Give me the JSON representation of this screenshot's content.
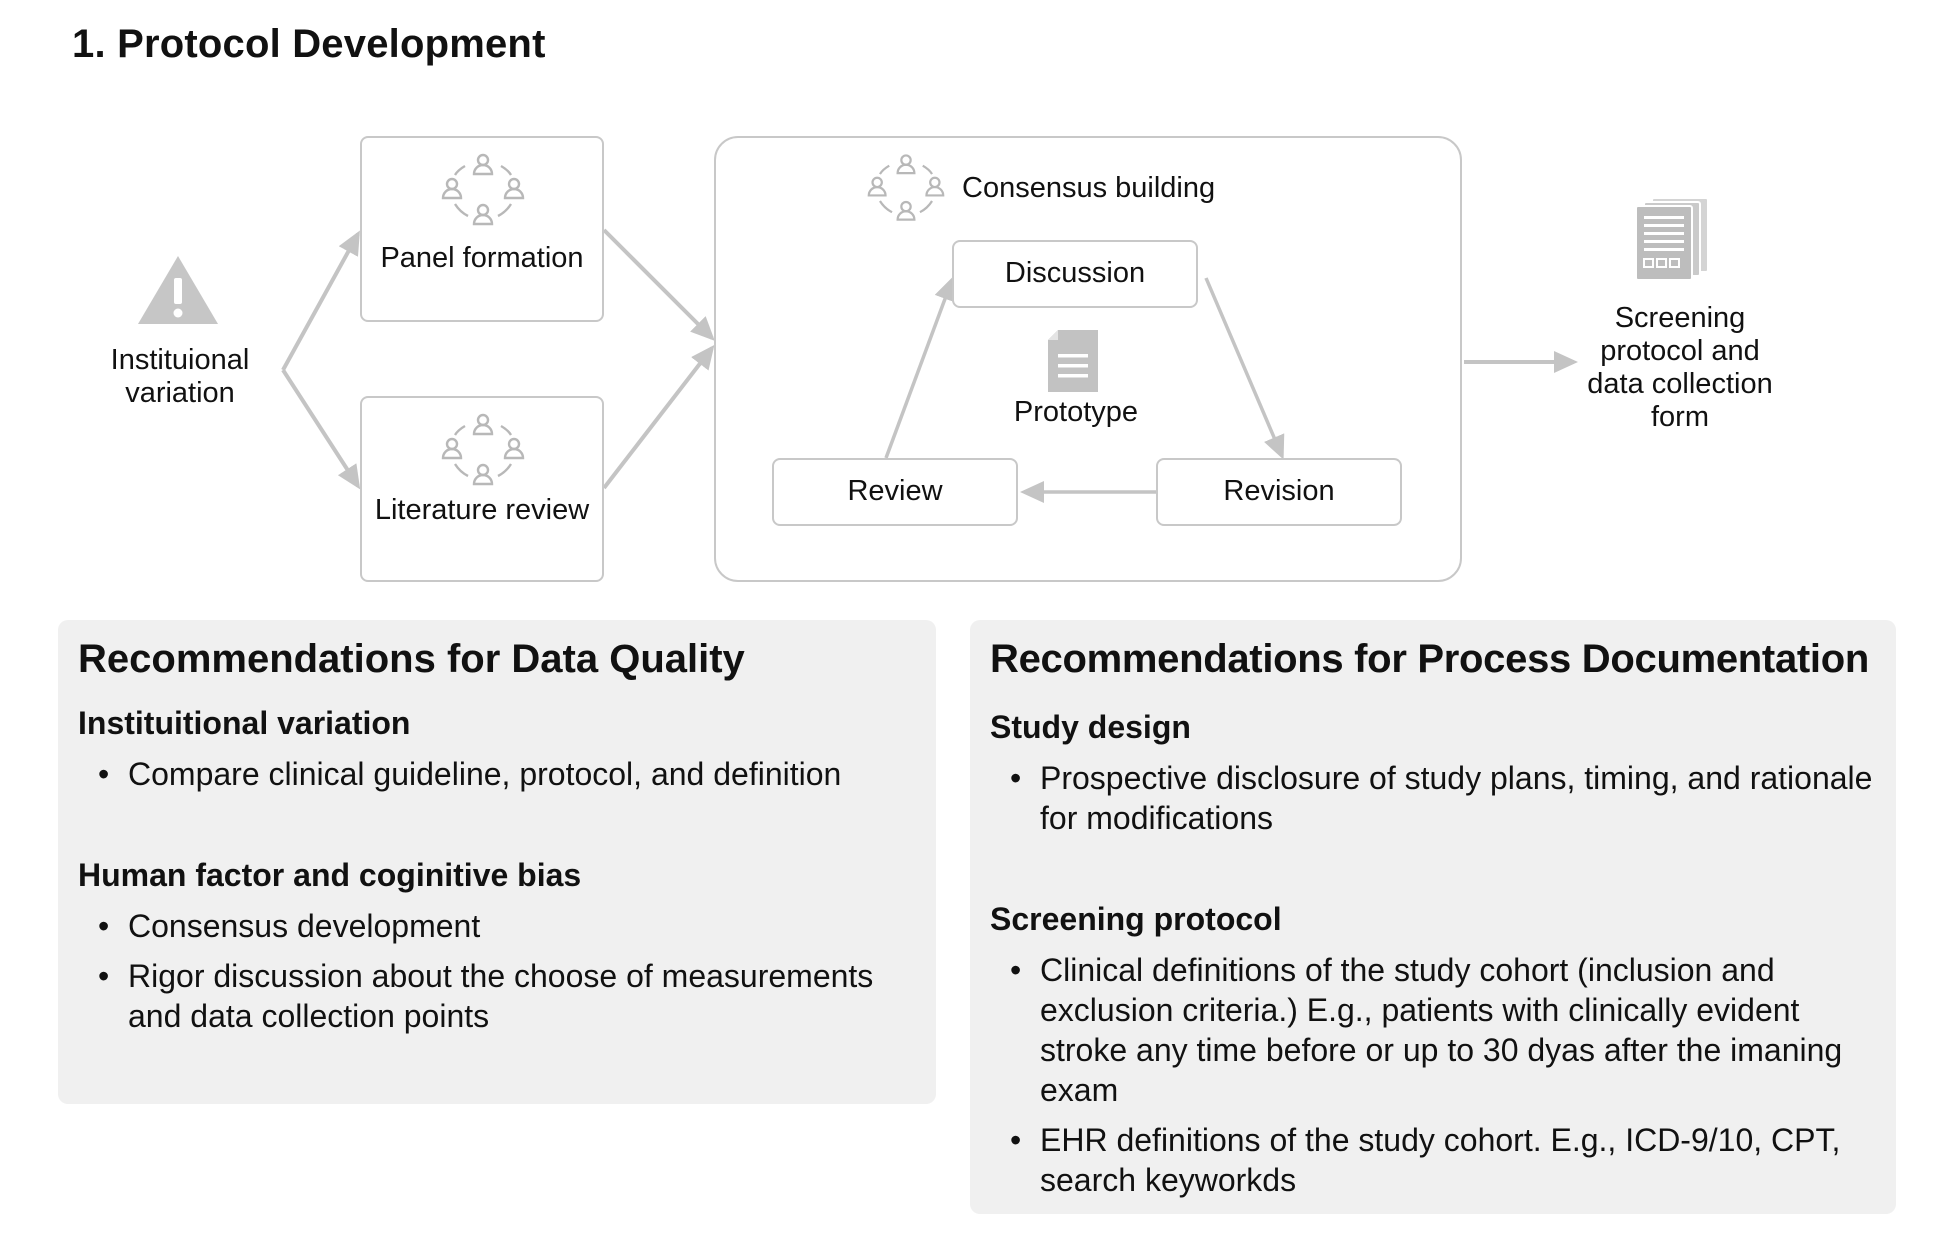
{
  "title": "1. Protocol Development",
  "diagram": {
    "start_label": "Instituional variation",
    "panel_formation": "Panel formation",
    "literature_review": "Literature review",
    "consensus_title": "Consensus building",
    "discussion": "Discussion",
    "prototype": "Prototype",
    "review": "Review",
    "revision": "Revision",
    "output_label": "Screening protocol and data collection form",
    "icons": [
      "warning-icon",
      "people-circle-icon",
      "document-icon",
      "document-stack-icon"
    ],
    "colors": {
      "stroke": "#c8c8c8",
      "arrow": "#c4c4c4",
      "icon": "#b8b8b8"
    }
  },
  "left_panel": {
    "heading": "Recommendations for Data Quality",
    "sections": [
      {
        "title": "Instituitional variation",
        "items": [
          "Compare clinical guideline, protocol, and definition"
        ]
      },
      {
        "title": "Human factor and coginitive bias",
        "items": [
          "Consensus development",
          "Rigor discussion about the choose of measurements and data collection points"
        ]
      }
    ]
  },
  "right_panel": {
    "heading": "Recommendations for Process Documentation",
    "sections": [
      {
        "title": "Study design",
        "items": [
          "Prospective disclosure of study plans, timing, and rationale for modifications"
        ]
      },
      {
        "title": "Screening protocol",
        "items": [
          "Clinical definitions of the study cohort (inclusion and exclusion criteria.) E.g., patients with clinically evident stroke any time before or up to 30 dyas after the imaning exam",
          "EHR definitions of the study cohort. E.g., ICD-9/10, CPT, search keyworkds"
        ]
      }
    ]
  },
  "panel_bg": "#f0f0f0"
}
